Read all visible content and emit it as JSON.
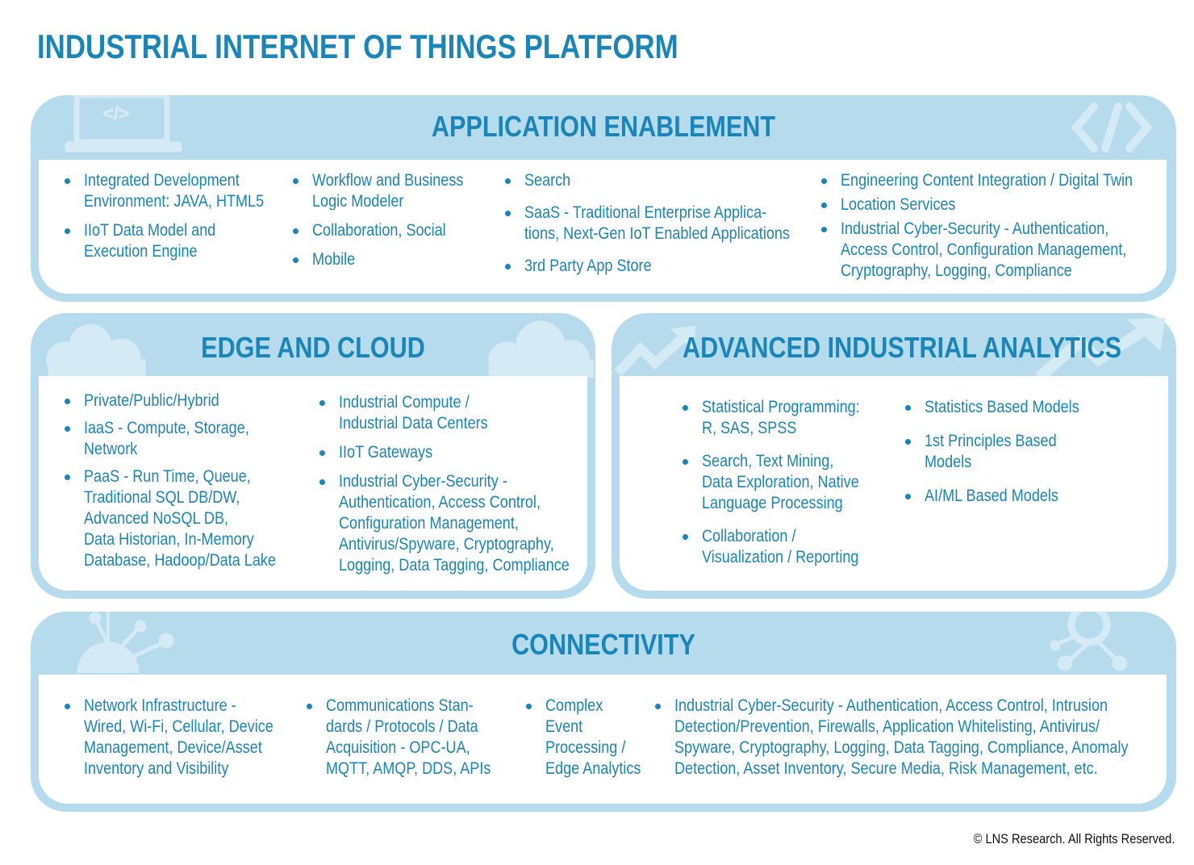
{
  "title": "INDUSTRIAL INTERNET OF THINGS PLATFORM",
  "colors": {
    "accent": "#1a85b8",
    "frame": "#b5dbed",
    "icon_tint": "#d4eaf5",
    "panel": "#ffffff"
  },
  "sections": {
    "application_enablement": {
      "heading": "APPLICATION ENABLEMENT",
      "icons": [
        "laptop-code-icon",
        "code-brackets-icon"
      ],
      "columns": [
        [
          "Integrated Development|Environment: JAVA, HTML5",
          "IIoT Data Model and|Execution Engine"
        ],
        [
          "Workflow and Business|Logic Modeler",
          "Collaboration, Social",
          "Mobile"
        ],
        [
          "Search",
          "SaaS - Traditional Enterprise Applica-|tions, Next-Gen IoT Enabled Applications",
          "3rd Party App Store"
        ],
        [
          "Engineering Content Integration / Digital Twin",
          "Location Services",
          "Industrial Cyber-Security - Authentication,|Access Control, Configuration Management,|Cryptography, Logging, Compliance"
        ]
      ]
    },
    "edge_and_cloud": {
      "heading": "EDGE AND CLOUD",
      "icons": [
        "cloud-icon",
        "cloud-icon"
      ],
      "columns": [
        [
          "Private/Public/Hybrid",
          "IaaS - Compute, Storage,|Network",
          "PaaS - Run Time, Queue,|Traditional SQL DB/DW,|Advanced  NoSQL DB,|Data Historian, In-Memory|Database, Hadoop/Data Lake"
        ],
        [
          "Industrial Compute /|Industrial Data Centers",
          "IIoT Gateways",
          "Industrial Cyber-Security -|Authentication, Access Control,|Configuration Management,|Antivirus/Spyware, Cryptography,|Logging, Data Tagging, Compliance"
        ]
      ]
    },
    "advanced_analytics": {
      "heading": "ADVANCED INDUSTRIAL ANALYTICS",
      "icons": [
        "trend-arrow-icon",
        "trend-arrow-icon"
      ],
      "columns": [
        [
          "Statistical Programming:|R, SAS, SPSS",
          "Search, Text Mining,|Data Exploration, Native|Language Processing",
          "Collaboration /|Visualization / Reporting"
        ],
        [
          "Statistics Based Models",
          "1st Principles Based|Models",
          "AI/ML Based Models"
        ]
      ]
    },
    "connectivity": {
      "heading": "CONNECTIVITY",
      "icons": [
        "network-globe-icon",
        "network-nodes-icon"
      ],
      "columns": [
        [
          "Network Infrastructure -|Wired, Wi-Fi, Cellular, Device|Management, Device/Asset|Inventory and Visibility"
        ],
        [
          "Communications Stan-|dards / Protocols / Data|Acquisition - OPC-UA,|MQTT, AMQP, DDS, APIs"
        ],
        [
          "Complex|Event|Processing /|Edge Analytics"
        ],
        [
          "Industrial Cyber-Security - Authentication, Access Control, Intrusion|Detection/Prevention, Firewalls, Application Whitelisting, Antivirus/|Spyware, Cryptography, Logging, Data Tagging, Compliance, Anomaly|Detection, Asset Inventory, Secure Media, Risk Management, etc."
        ]
      ]
    }
  },
  "footer": {
    "copyright": "© LNS Research. All Rights Reserved."
  }
}
